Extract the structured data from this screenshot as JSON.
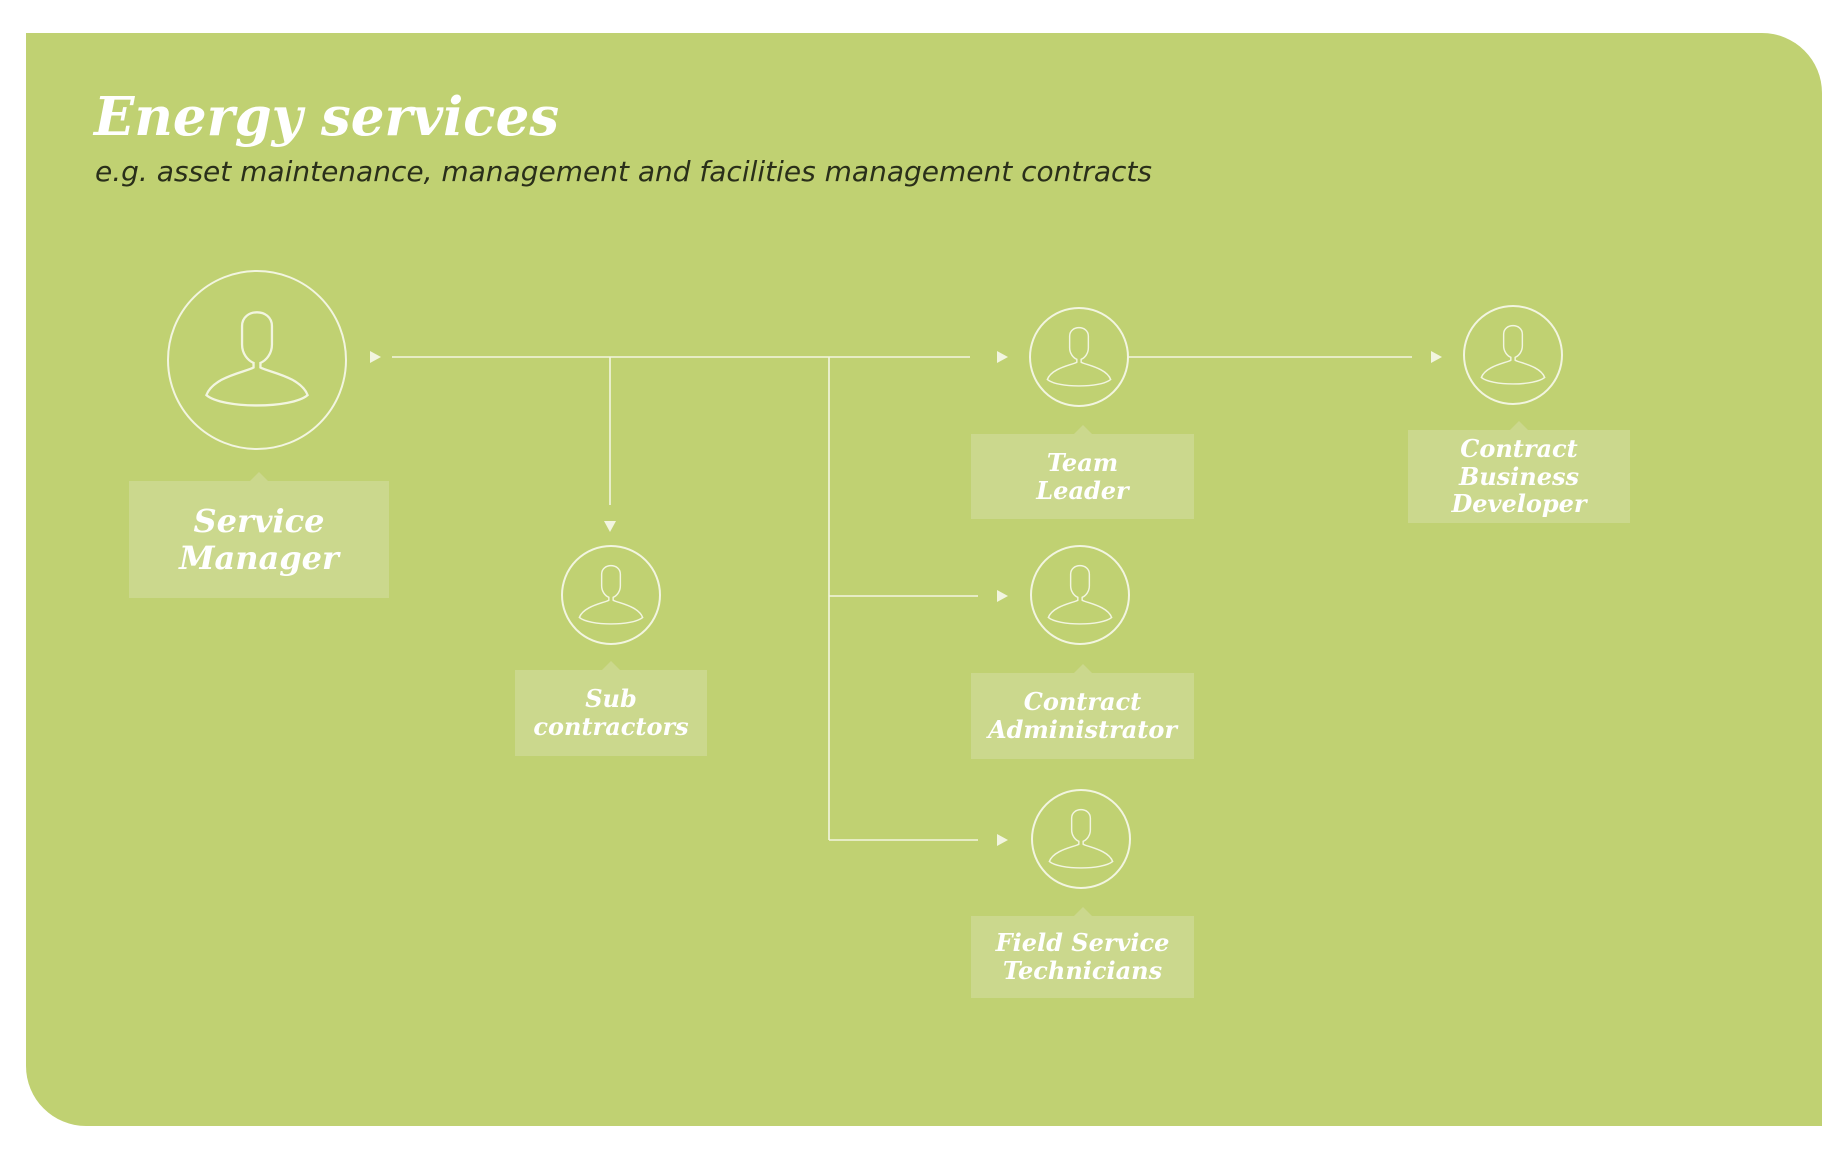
{
  "title": "Energy services",
  "subtitle": "e.g. asset maintenance, management and facilities management contracts",
  "colors": {
    "panel": "#c0d172",
    "label_box": "#cbd88d",
    "line": "#f2f5e0",
    "text": "#ffffff"
  },
  "nodes": [
    {
      "id": "service-manager",
      "label": "Service\nManager",
      "icon": "person-icon"
    },
    {
      "id": "sub-contractors",
      "label": "Sub\ncontractors",
      "icon": "person-icon"
    },
    {
      "id": "team-leader",
      "label": "Team\nLeader",
      "icon": "person-icon"
    },
    {
      "id": "contract-business-developer",
      "label": "Contract\nBusiness\nDeveloper",
      "icon": "person-icon"
    },
    {
      "id": "contract-administrator",
      "label": "Contract\nAdministrator",
      "icon": "person-icon"
    },
    {
      "id": "field-service-technicians",
      "label": "Field Service\nTechnicians",
      "icon": "person-icon"
    }
  ],
  "edges": [
    {
      "from": "service-manager",
      "to": "team-leader"
    },
    {
      "from": "service-manager",
      "to": "sub-contractors"
    },
    {
      "from": "service-manager",
      "to": "contract-administrator"
    },
    {
      "from": "service-manager",
      "to": "field-service-technicians"
    },
    {
      "from": "team-leader",
      "to": "contract-business-developer"
    }
  ]
}
